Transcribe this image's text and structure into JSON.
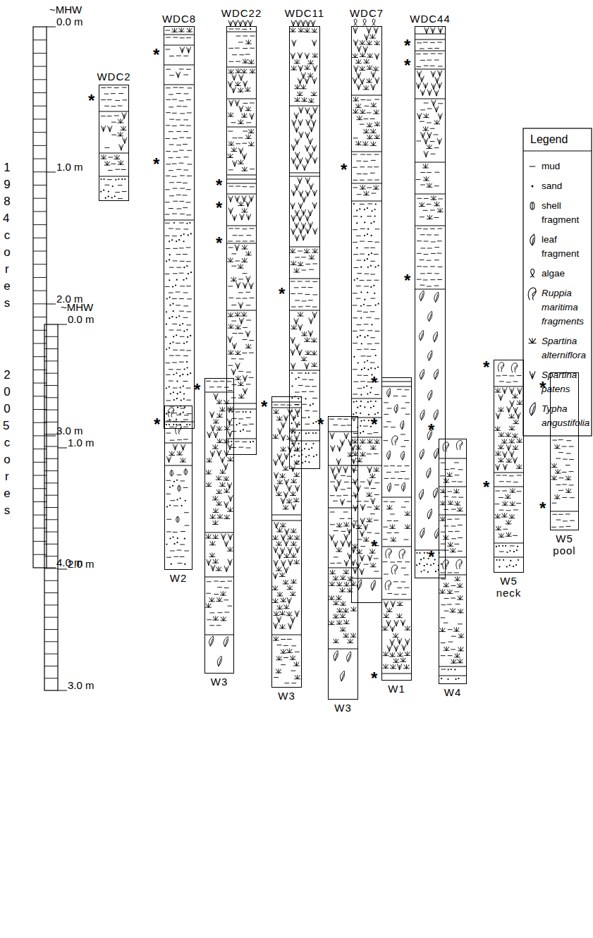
{
  "diagram": {
    "nodes": [
      {
        "text": [
          "WDC2"
        ]
      },
      {
        "text": [
          "WDC8"
        ]
      },
      {
        "text": [
          "WDC22"
        ]
      },
      {
        "text": [
          "WDC11"
        ]
      },
      {
        "text": [
          "WDC7"
        ]
      },
      {
        "text": [
          "WDC44"
        ]
      },
      {
        "text": [
          "W2"
        ]
      },
      {
        "text": [
          "W3"
        ]
      },
      {
        "text": [
          "W3"
        ]
      },
      {
        "text": [
          "W3"
        ]
      },
      {
        "text": [
          "W1"
        ]
      },
      {
        "text": [
          "W4"
        ]
      },
      {
        "text": [
          "W5 neck"
        ]
      },
      {
        "text": [
          "W5 pool"
        ]
      }
    ],
    "labels": [
      "~MHW",
      "0.0 m",
      "1.0 m",
      "2.0 m",
      "3.0 m",
      "4.0 m",
      "1984 cores",
      "~MHW",
      "0.0 m",
      "1.0 m",
      "2.0 m",
      "3.0 m",
      "2005 cores",
      "Legend",
      "*",
      "*",
      "*",
      "*",
      "*",
      "*",
      "*",
      "*",
      "*",
      "*",
      "*",
      "*",
      "*",
      "*",
      "*",
      "*",
      "*",
      "*",
      "*",
      "*",
      "*",
      "*",
      "*",
      "*",
      "*"
    ],
    "legend": [
      {
        "text": "mud"
      },
      {
        "text": "sand"
      },
      {
        "text": "shell fragment"
      },
      {
        "text": "leaf fragment"
      },
      {
        "text": "algae"
      },
      {
        "text": "Ruppia maritima fragments"
      },
      {
        "text": "Spartina alterniflora"
      },
      {
        "text": "Spartina patens"
      },
      {
        "text": "Typha angustifolia"
      }
    ]
  }
}
